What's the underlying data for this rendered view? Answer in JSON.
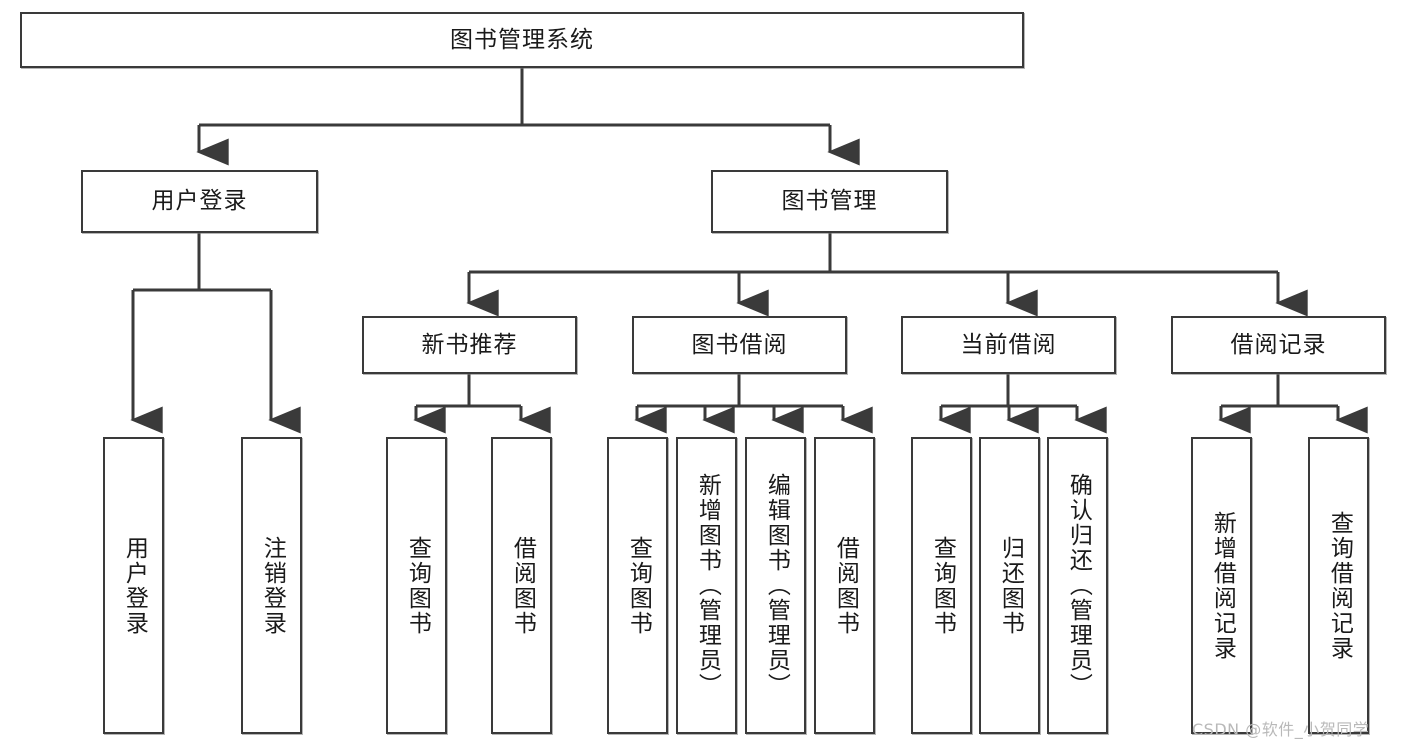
{
  "diagram": {
    "title_node": {
      "label": "图书管理系统"
    },
    "level2": [
      {
        "id": "user-login",
        "label": "用户登录"
      },
      {
        "id": "book-management",
        "label": "图书管理"
      }
    ],
    "level3": [
      {
        "id": "new-book-recommend",
        "label": "新书推荐"
      },
      {
        "id": "book-borrow",
        "label": "图书借阅"
      },
      {
        "id": "current-borrow",
        "label": "当前借阅"
      },
      {
        "id": "borrow-record",
        "label": "借阅记录"
      }
    ],
    "leaves": [
      {
        "id": "leaf-user-login",
        "label": "用户登录",
        "parent": "user-login"
      },
      {
        "id": "leaf-logout-login",
        "label": "注销登录",
        "parent": "user-login"
      },
      {
        "id": "leaf-query-book-1",
        "label": "查询图书",
        "parent": "new-book-recommend"
      },
      {
        "id": "leaf-borrow-book-1",
        "label": "借阅图书",
        "parent": "new-book-recommend"
      },
      {
        "id": "leaf-query-book-2",
        "label": "查询图书",
        "parent": "book-borrow"
      },
      {
        "id": "leaf-add-book",
        "label": "新增图书（管理员）",
        "parent": "book-borrow"
      },
      {
        "id": "leaf-edit-book",
        "label": "编辑图书（管理员）",
        "parent": "book-borrow"
      },
      {
        "id": "leaf-borrow-book-2",
        "label": "借阅图书",
        "parent": "book-borrow"
      },
      {
        "id": "leaf-query-book-3",
        "label": "查询图书",
        "parent": "current-borrow"
      },
      {
        "id": "leaf-return-book",
        "label": "归还图书",
        "parent": "current-borrow"
      },
      {
        "id": "leaf-confirm-return",
        "label": "确认归还（管理员）",
        "parent": "current-borrow"
      },
      {
        "id": "leaf-add-record",
        "label": "新增借阅记录",
        "parent": "borrow-record"
      },
      {
        "id": "leaf-query-record",
        "label": "查询借阅记录",
        "parent": "borrow-record"
      }
    ],
    "watermark": "CSDN @软件_小贺同学",
    "colors": {
      "stroke": "#3a3a3a",
      "box_fill": "#ffffff",
      "text": "#1a1a1a",
      "watermark": "#b9b9b9",
      "background": "#ffffff"
    }
  }
}
